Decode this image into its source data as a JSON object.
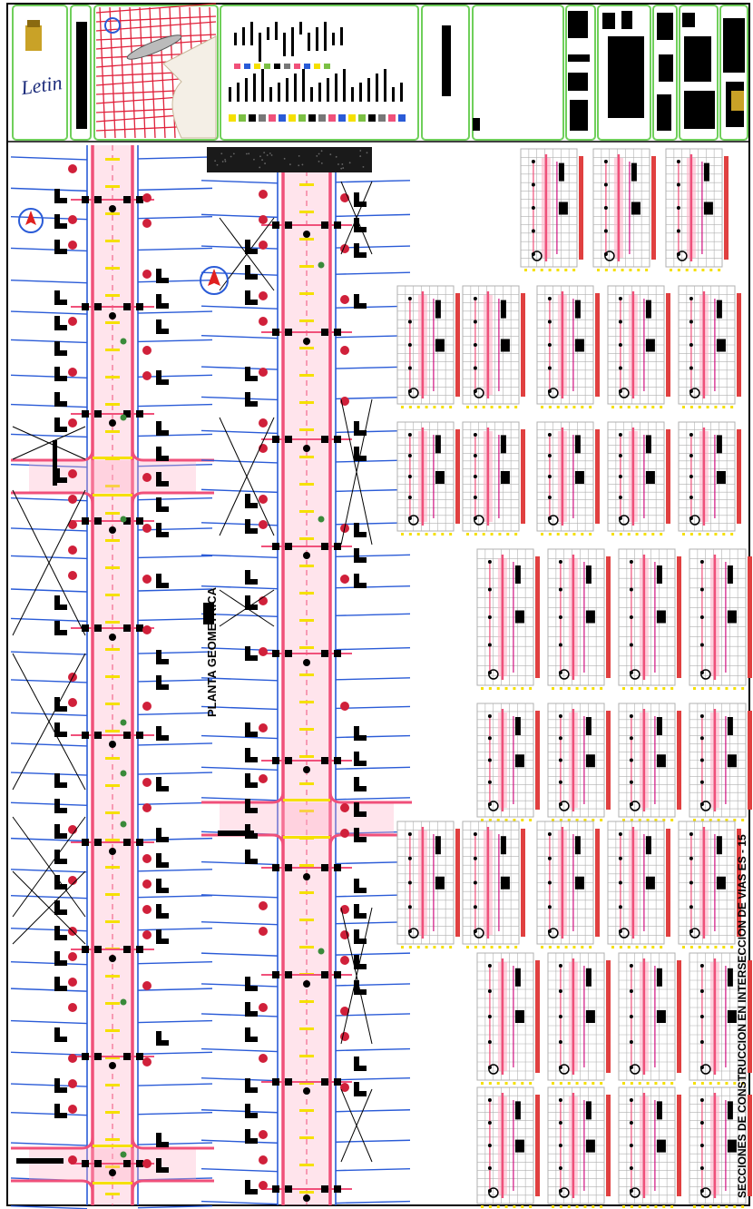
{
  "drawing": {
    "main_label": "PLANTA GEOMETRICA",
    "bottom_label": "SECCIONES DE CONSTRUCCION EN INTERSECCION DE VIAS ES - 15",
    "logo_text": "Letin"
  },
  "colors": {
    "frame": "#6fcf5a",
    "road": "#f0507a",
    "road_light": "#ffb3c8",
    "parcel": "#2a5bd7",
    "lane_mark": "#f5e000",
    "building": "#000000",
    "grid": "#b0b0b0",
    "pavement": "#1a1a1a"
  },
  "icons": {
    "north_arrow": "north-arrow-icon",
    "logo": "municipal-logo-icon",
    "crest": "crest-icon"
  }
}
